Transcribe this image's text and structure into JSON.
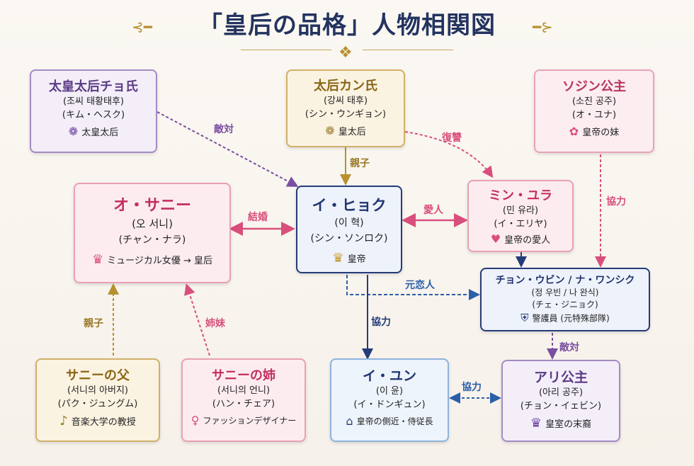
{
  "title": "「皇后の品格」人物相関図",
  "nodes": {
    "taikotaigo": {
      "name": "太皇太后チョ氏",
      "sub1": "(조씨 태황태후)",
      "sub2": "(キム・ヘスク)",
      "role": "太皇太后",
      "icon": "crest-icon"
    },
    "taigo": {
      "name": "太后カン氏",
      "sub1": "(강씨 태후)",
      "sub2": "(シン・ウンギョン)",
      "role": "皇太后",
      "icon": "crest-icon"
    },
    "sojin": {
      "name": "ソジン公主",
      "sub1": "(소진 공주)",
      "sub2": "(オ・ユナ)",
      "role": "皇帝の妹",
      "icon": "crest-icon"
    },
    "sunny": {
      "name": "オ・サニー",
      "sub1": "(오 서니)",
      "sub2": "(チャン・ナラ)",
      "role": "ミュージカル女優 → 皇后",
      "icon": "crown-icon"
    },
    "hyuk": {
      "name": "イ・ヒョク",
      "sub1": "(이 혁)",
      "sub2": "(シン・ソンロク)",
      "role": "皇帝",
      "icon": "crown-icon"
    },
    "yura": {
      "name": "ミン・ユラ",
      "sub1": "(민 유라)",
      "sub2": "(イ・エリヤ)",
      "role": "皇帝の愛人",
      "icon": "heart-icon"
    },
    "woobin": {
      "name": "チョン・ウビン / ナ・ワンシク",
      "sub1": "(정 우빈 / 나 완식)",
      "sub2": "(チェ・ジニョク)",
      "role": "警護員 (元特殊部隊)",
      "icon": "shield-icon"
    },
    "father": {
      "name": "サニーの父",
      "sub1": "(서니의 아버지)",
      "sub2": "(パク・ジュングム)",
      "role": "音楽大学の教授",
      "icon": "music-note-icon"
    },
    "sister": {
      "name": "サニーの姉",
      "sub1": "(서니의 언니)",
      "sub2": "(ハン・チェア)",
      "role": "ファッションデザイナー",
      "icon": "dress-icon"
    },
    "yun": {
      "name": "イ・ユン",
      "sub1": "(이 윤)",
      "sub2": "(イ・ドンギュン)",
      "role": "皇帝の側近・侍従長",
      "icon": "building-icon"
    },
    "ari": {
      "name": "アリ公主",
      "sub1": "(아리 공주)",
      "sub2": "(チョン・イェビン)",
      "role": "皇室の末裔",
      "icon": "crown-icon"
    }
  },
  "relations": {
    "enemy1": "敵対",
    "parent1": "親子",
    "revenge": "復讐",
    "marriage": "結婚",
    "lover": "愛人",
    "coop_sojin": "協力",
    "ex_lover": "元恋人",
    "coop_yun": "協力",
    "enemy2": "敵対",
    "parent2": "親子",
    "sisters": "姉妹",
    "coop_ari": "協力"
  },
  "colors": {
    "purple": "#7a4fa0",
    "gold": "#b8912f",
    "pink": "#d94f7c",
    "navy": "#243c78",
    "blue": "#2b5fa8"
  }
}
